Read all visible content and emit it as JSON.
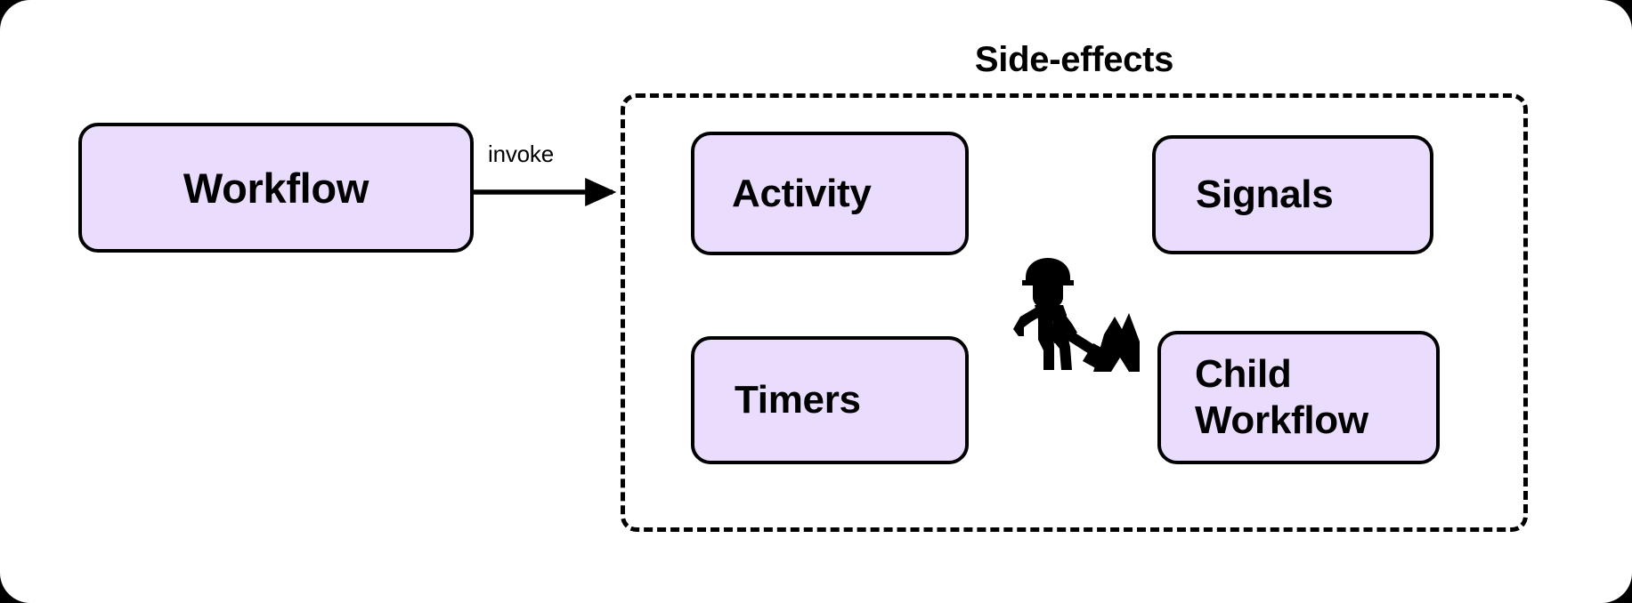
{
  "diagram": {
    "title": "Side-effects",
    "canvas_background": "#ffffff",
    "node_fill": "#EADCFD",
    "stroke": "#000000",
    "source_node": {
      "label": "Workflow",
      "name": "workflow-node"
    },
    "edge": {
      "label": "invoke",
      "from": "Workflow",
      "to": "Side-effects"
    },
    "group": {
      "label": "Side-effects",
      "border_style": "dashed",
      "nodes": [
        {
          "id": "activity",
          "label": "Activity"
        },
        {
          "id": "signals",
          "label": "Signals"
        },
        {
          "id": "timers",
          "label": "Timers"
        },
        {
          "id": "child-workflow",
          "label_line1": "Child",
          "label_line2": "Workflow"
        }
      ],
      "decoration": {
        "icon": "construction-worker-icon",
        "glyph": "🚧"
      }
    }
  }
}
